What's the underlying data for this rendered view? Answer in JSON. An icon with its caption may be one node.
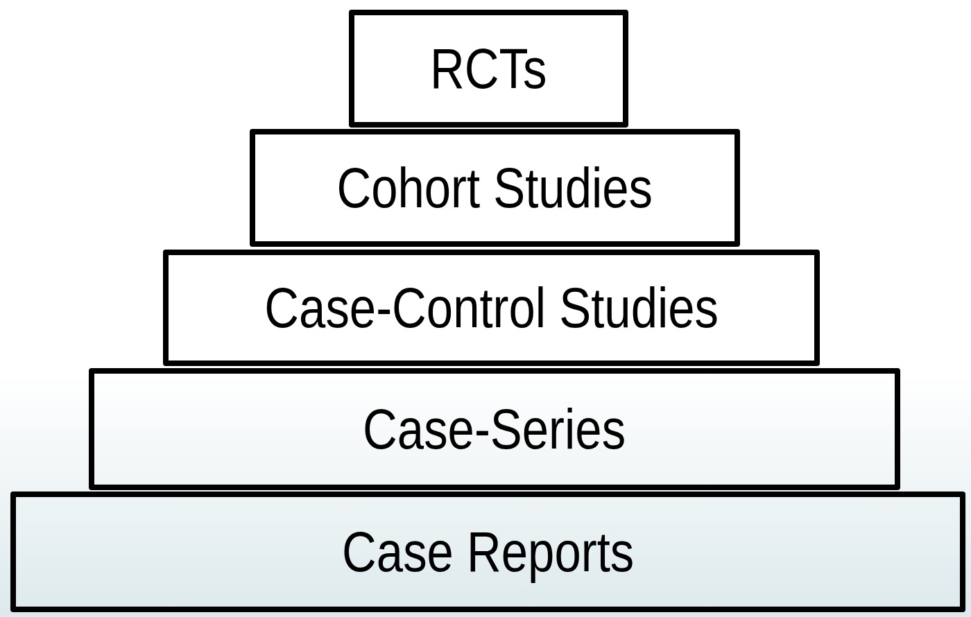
{
  "diagram": {
    "nodes": [
      {
        "text": [
          "RCTs"
        ]
      },
      {
        "text": [
          "Cohort Studies"
        ]
      },
      {
        "text": [
          "Case-Control Studies"
        ]
      },
      {
        "text": [
          "Case-Series"
        ]
      },
      {
        "text": [
          "Case Reports"
        ]
      }
    ]
  }
}
